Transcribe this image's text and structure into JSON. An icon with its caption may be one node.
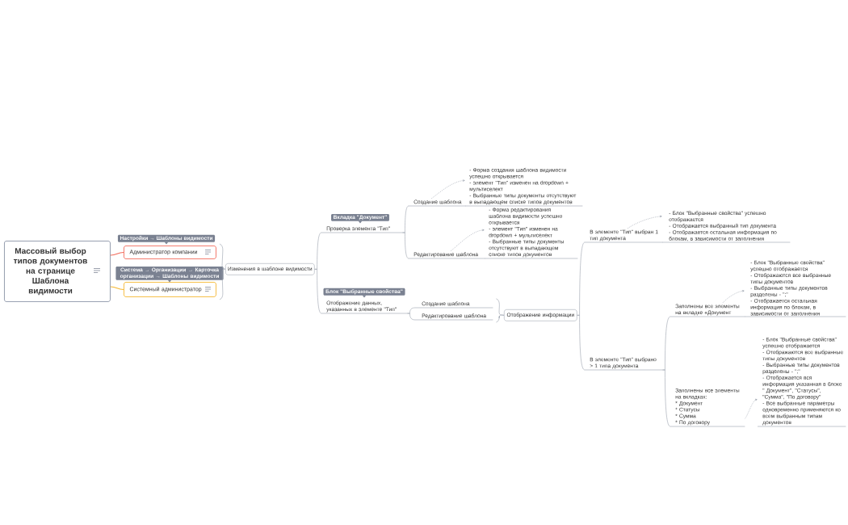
{
  "diagram": {
    "nodes": [
      {
        "text": [
          "Массовый выбор типов документов на странице Шаблона видимости"
        ]
      },
      {
        "text": [
          "Администратор компании"
        ],
        "beside": [
          "Настройки → Шаблоны видимости"
        ]
      },
      {
        "text": [
          "Системный администратор"
        ],
        "beside": [
          "Система → Организации → Карточка организации → Шаблоны видимости"
        ]
      },
      {
        "text": [
          "Изменения в шаблоне видимости"
        ]
      },
      {
        "text": [
          "Проверка элемента \"Тип\""
        ],
        "beside": [
          "Вкладка \"Документ\""
        ]
      },
      {
        "text": [
          "Создание шаблона"
        ]
      },
      {
        "text": [
          "- Форма создания шаблона видимости успешно открывается",
          "- элемент \"Тип\" изменен на dropdown + мультиселект",
          "- Выбранные типы документы отсутствуют в выпадающем списке типов документов"
        ]
      },
      {
        "text": [
          "Редактирование шаблона"
        ]
      },
      {
        "text": [
          "- Форма редактирования шаблона видимости успешно открывается",
          "- элемент \"Тип\" изменен на dropdown + мультиселект",
          "- Выбранные типы документы отсутствуют в выпадающем списке типов документов"
        ]
      },
      {
        "text": [
          "Отображение данных, указанных в элементе \"Тип\""
        ],
        "beside": [
          "Блок \"Выбранные свойства\""
        ]
      },
      {
        "text": [
          "Создание шаблона"
        ]
      },
      {
        "text": [
          "Редактирование шаблона"
        ]
      },
      {
        "text": [
          "Отображение информации"
        ]
      },
      {
        "text": [
          "В элементе \"Тип\" выбран 1 тип документа"
        ]
      },
      {
        "text": [
          "- Блок \"Выбранные свойства\" успешно отображается",
          "- Отображается выбранный тип документа",
          "- Отображается остальная информация по блокам, в зависимости от заполнения"
        ]
      },
      {
        "text": [
          "В элементе \"Тип\" выбрано > 1 типа документа"
        ]
      },
      {
        "text": [
          "Заполнены все элементы на вкладке «Документ"
        ]
      },
      {
        "text": [
          "- Блок \"Выбранные свойства\" успешно отображается",
          "- Отображаются все выбранные типы документов",
          "- Выбранные типы документов разделены - \";\"",
          "- Отображается остальная информация по блокам, в зависимости от заполнения"
        ]
      },
      {
        "text": [
          "Заполнены все элементы на вкладках:",
          "* Документ",
          "* Статусы",
          "* Сумма",
          "* По договору"
        ]
      },
      {
        "text": [
          "- Блок \"Выбранные свойства\" успешно отображается",
          "- Отображаются все выбранные типы документов",
          "- Выбранные типы документов разделены - \";\"",
          "- Отображается вся информация указанная в блоке \" Документ\", \"Статусы\", \"Сумма\", \"По договору\"",
          "- Все выбранные параметры одновременно применяются ко всем выбранным типам документов"
        ]
      }
    ],
    "edges": [
      {
        "from": 0,
        "to": 1,
        "arrow": "none",
        "color": "#f26b5b"
      },
      {
        "from": 0,
        "to": 2,
        "arrow": "none",
        "color": "#f5b731"
      },
      {
        "from": 1,
        "to": 3,
        "arrow": "none"
      },
      {
        "from": 2,
        "to": 3,
        "arrow": "none"
      },
      {
        "from": 3,
        "to": 4,
        "arrow": "none"
      },
      {
        "from": 3,
        "to": 9,
        "arrow": "none"
      },
      {
        "from": 4,
        "to": 5,
        "arrow": "none"
      },
      {
        "from": 4,
        "to": 7,
        "arrow": "none"
      },
      {
        "from": 5,
        "to": 6,
        "arrow": "to",
        "style": "dashed"
      },
      {
        "from": 7,
        "to": 8,
        "arrow": "to",
        "style": "dashed"
      },
      {
        "from": 9,
        "to": 10,
        "arrow": "none"
      },
      {
        "from": 9,
        "to": 11,
        "arrow": "none"
      },
      {
        "from": 10,
        "to": 12,
        "arrow": "none"
      },
      {
        "from": 11,
        "to": 12,
        "arrow": "none"
      },
      {
        "from": 12,
        "to": 13,
        "arrow": "none"
      },
      {
        "from": 12,
        "to": 15,
        "arrow": "none"
      },
      {
        "from": 13,
        "to": 14,
        "arrow": "to",
        "style": "dashed"
      },
      {
        "from": 15,
        "to": 16,
        "arrow": "none"
      },
      {
        "from": 15,
        "to": 18,
        "arrow": "none"
      },
      {
        "from": 16,
        "to": 17,
        "arrow": "to",
        "style": "dashed"
      },
      {
        "from": 18,
        "to": 19,
        "arrow": "to",
        "style": "dashed"
      }
    ]
  }
}
